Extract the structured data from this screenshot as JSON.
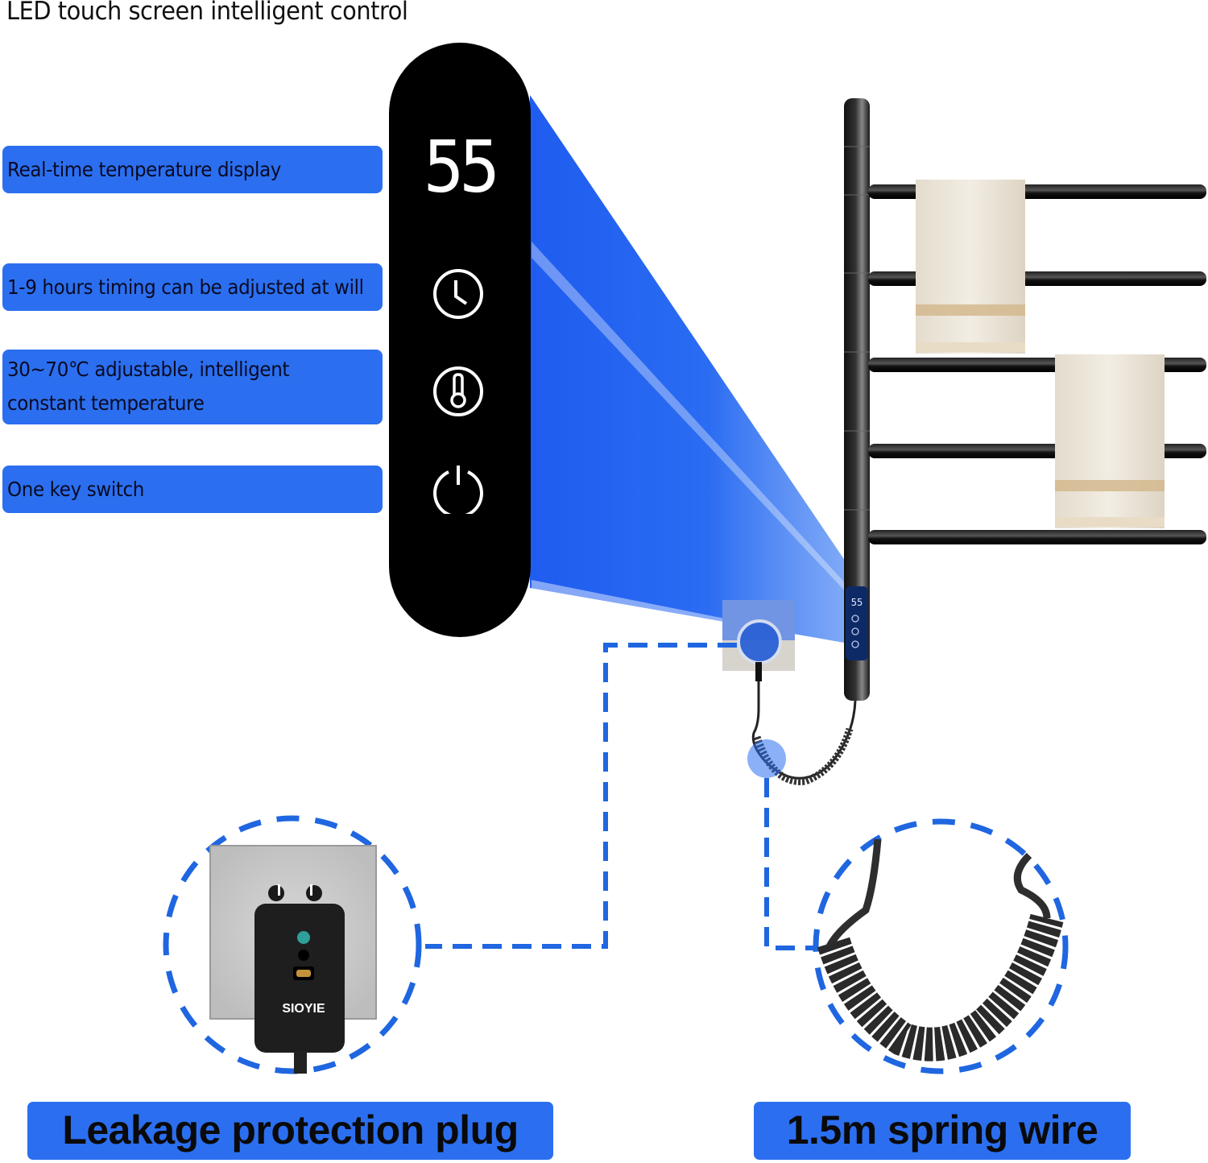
{
  "header": {
    "title": "LED touch screen intelligent control"
  },
  "features": [
    {
      "label": "Real-time temperature display"
    },
    {
      "label": "1-9 hours timing can be adjusted at will"
    },
    {
      "label_line1": "30~70℃ adjustable, intelligent",
      "label_line2": "constant temperature"
    },
    {
      "label": "One key switch"
    }
  ],
  "control_panel": {
    "temperature_display": "55",
    "buttons": [
      {
        "icon": "clock-icon",
        "function": "timer"
      },
      {
        "icon": "thermometer-icon",
        "function": "temperature"
      },
      {
        "icon": "power-icon",
        "function": "power"
      }
    ]
  },
  "product": {
    "mini_display": "55",
    "plug_brand": "SIOYIE"
  },
  "callouts": {
    "plug_label": "Leakage protection plug",
    "wire_label": "1.5m spring wire"
  },
  "colors": {
    "accent_blue": "#2b6ff0",
    "panel_black": "#000000",
    "dashed_blue": "#1f66e0"
  }
}
